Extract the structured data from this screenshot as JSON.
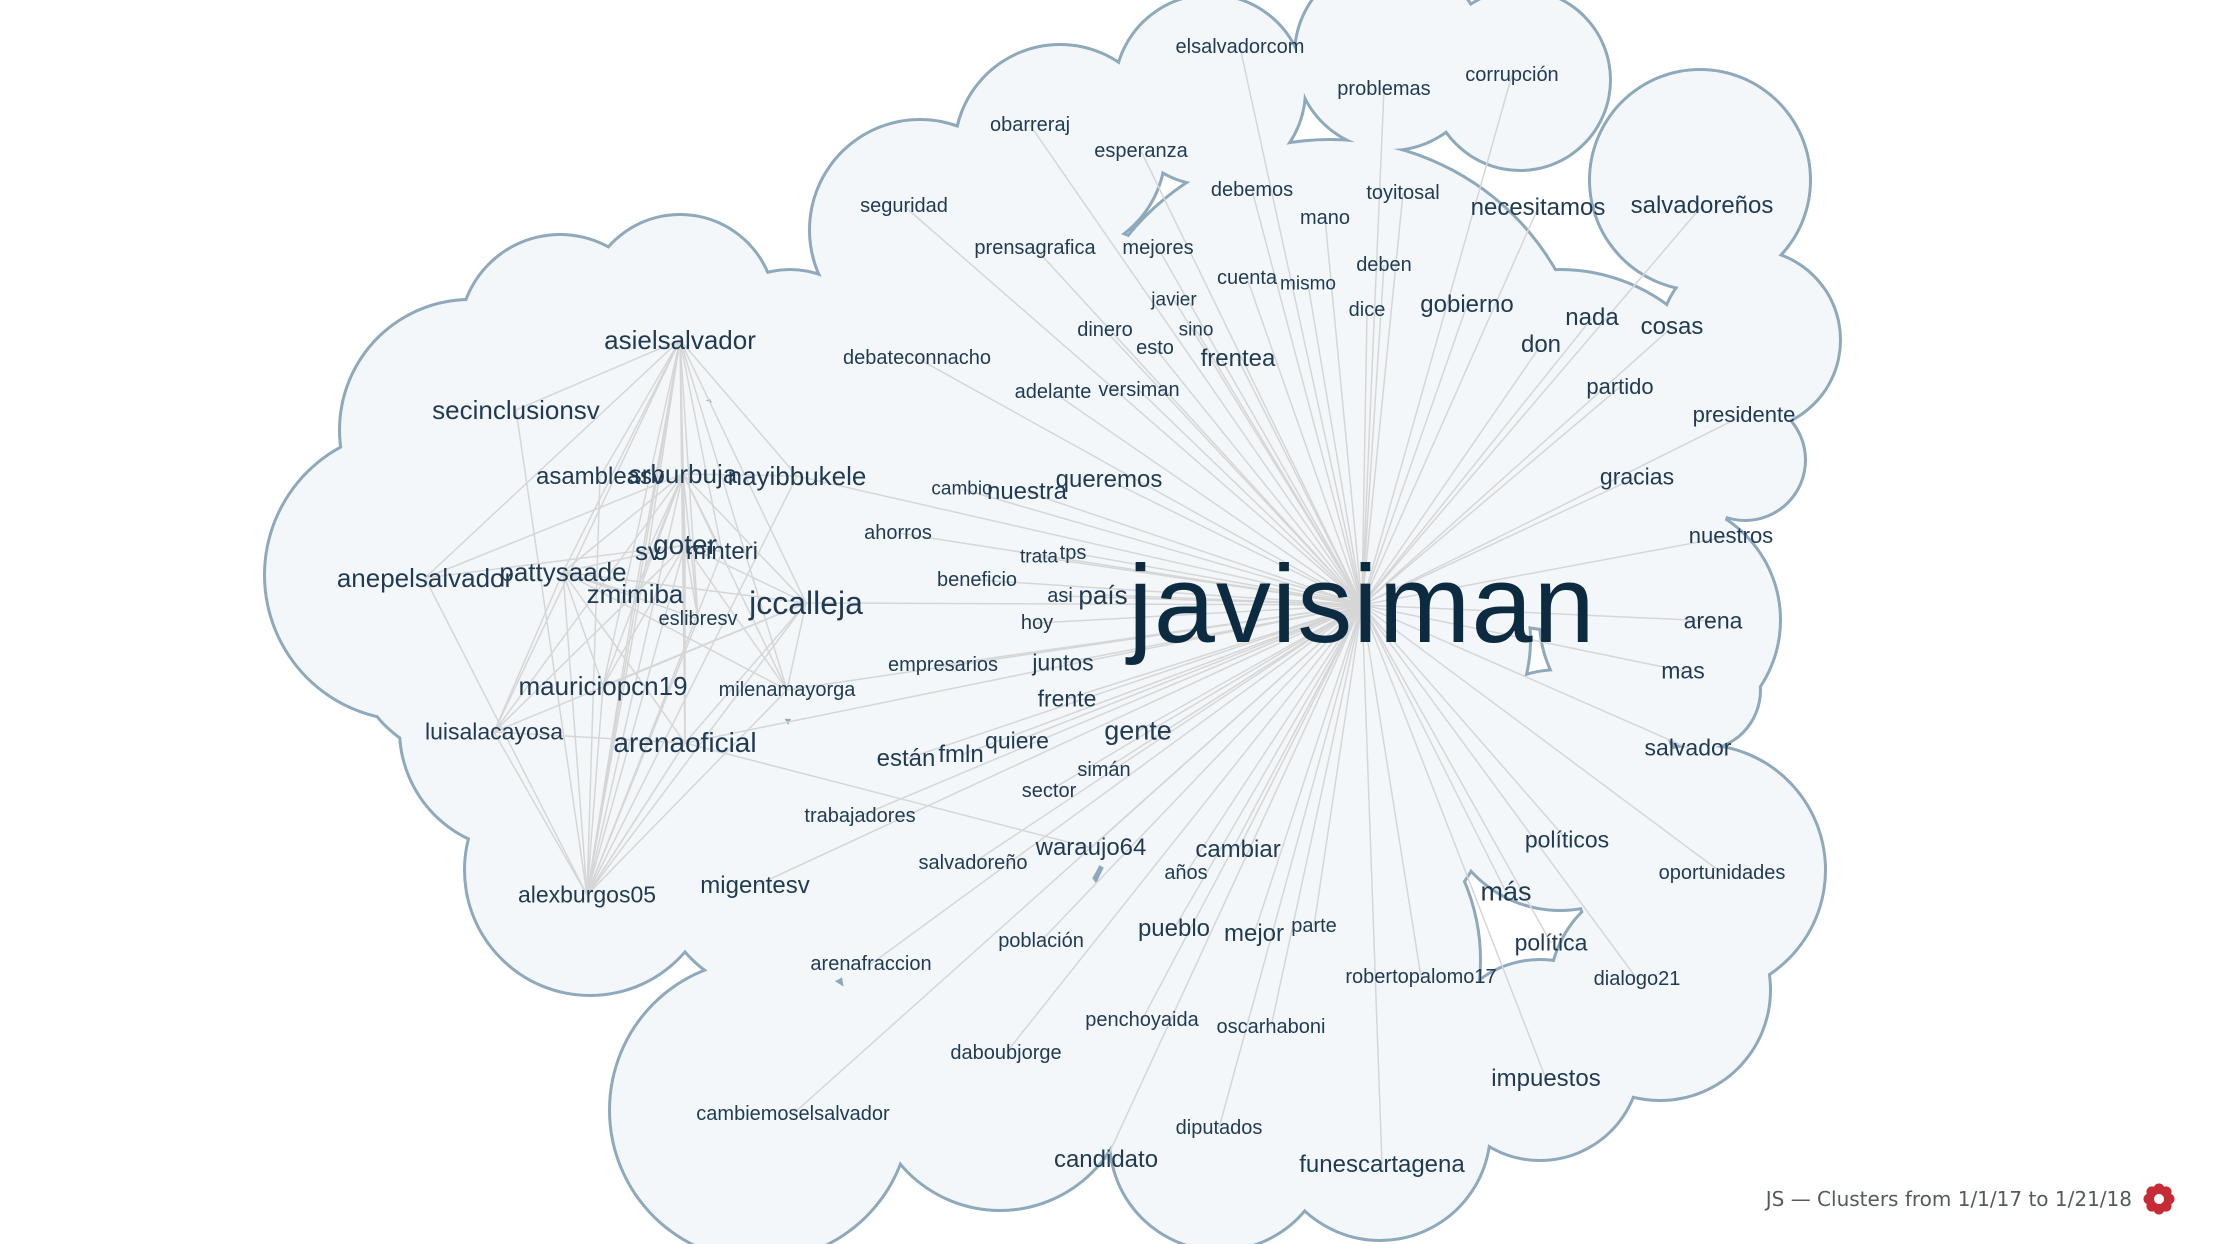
{
  "footer": {
    "caption": "JS — Clusters from 1/1/17 to 1/21/18",
    "logo_icon": "red-flower-icon",
    "logo_color": "#c62b36"
  },
  "colors": {
    "cloud_fill": "#f3f7fa",
    "cloud_stroke": "#8ea9bb",
    "edge": "#d6d6d6",
    "label": "#1f3a52",
    "hub_label": "#0d2b40"
  },
  "clusters": [
    {
      "id": "left",
      "hub": "asielsalvador",
      "terms": [
        "asielsalvador",
        "secinclusionsv",
        "asambleasv",
        "srburbuja",
        "nayibbukele",
        "sv",
        "goter",
        "minteri",
        "anepelsalvador",
        "pattysaade",
        "zmimiba",
        "eslibresv",
        "jccalleja",
        "mauriciopcn19",
        "milenamayorga",
        "luisalacayosa",
        "arenaoficial",
        "alexburgos05"
      ]
    },
    {
      "id": "main",
      "hub": "javisiman",
      "terms": [
        "elsalvadorcom",
        "problemas",
        "corrupción",
        "obarreraj",
        "esperanza",
        "seguridad",
        "debemos",
        "toyitosal",
        "mano",
        "necesitamos",
        "salvadoreños",
        "prensagrafica",
        "mejores",
        "cuenta",
        "mismo",
        "deben",
        "javier",
        "dice",
        "gobierno",
        "dinero",
        "sino",
        "esto",
        "nada",
        "cosas",
        "don",
        "debateconnacho",
        "frentea",
        "adelante",
        "versiman",
        "partido",
        "presidente",
        "queremos",
        "cambio",
        "nuestra",
        "gracias",
        "ahorros",
        "trata",
        "tps",
        "nuestros",
        "beneficio",
        "asi",
        "país",
        "hoy",
        "arena",
        "mas",
        "empresarios",
        "juntos",
        "frente",
        "gente",
        "quiere",
        "salvador",
        "están",
        "fmln",
        "simán",
        "sector",
        "javisiman"
      ]
    },
    {
      "id": "bottom",
      "hub": "waraujo64",
      "terms": [
        "trabajadores",
        "salvadoreño",
        "waraujo64",
        "cambiar",
        "años",
        "políticos",
        "oportunidades",
        "migentesv",
        "más",
        "pueblo",
        "mejor",
        "parte",
        "política",
        "población",
        "arenafraccion",
        "robertopalomo17",
        "dialogo21",
        "penchoyaida",
        "oscarhaboni",
        "daboubjorge",
        "impuestos",
        "cambiemoselsalvador",
        "diputados",
        "candidato",
        "funescartagena"
      ]
    }
  ],
  "labels": [
    {
      "text": "elsalvadorcom",
      "size": 20
    },
    {
      "text": "problemas",
      "size": 20
    },
    {
      "text": "corrupción",
      "size": 20
    },
    {
      "text": "obarreraj",
      "size": 20
    },
    {
      "text": "esperanza",
      "size": 20
    },
    {
      "text": "seguridad",
      "size": 20
    },
    {
      "text": "debemos",
      "size": 20
    },
    {
      "text": "toyitosal",
      "size": 20
    },
    {
      "text": "mano",
      "size": 20
    },
    {
      "text": "necesitamos",
      "size": 24
    },
    {
      "text": "salvadoreños",
      "size": 24
    },
    {
      "text": "prensagrafica",
      "size": 20
    },
    {
      "text": "mejores",
      "size": 20
    },
    {
      "text": "cuenta",
      "size": 20
    },
    {
      "text": "mismo",
      "size": 19
    },
    {
      "text": "deben",
      "size": 20
    },
    {
      "text": "javier",
      "size": 19
    },
    {
      "text": "dice",
      "size": 20
    },
    {
      "text": "gobierno",
      "size": 24
    },
    {
      "text": "dinero",
      "size": 20
    },
    {
      "text": "sino",
      "size": 19
    },
    {
      "text": "esto",
      "size": 20
    },
    {
      "text": "nada",
      "size": 24
    },
    {
      "text": "cosas",
      "size": 24
    },
    {
      "text": "don",
      "size": 24
    },
    {
      "text": "debateconnacho",
      "size": 20
    },
    {
      "text": "frentea",
      "size": 24
    },
    {
      "text": "adelante",
      "size": 20
    },
    {
      "text": "versiman",
      "size": 20
    },
    {
      "text": "partido",
      "size": 22
    },
    {
      "text": "presidente",
      "size": 22
    },
    {
      "text": "asielsalvador",
      "size": 26
    },
    {
      "text": "secinclusionsv",
      "size": 26
    },
    {
      "text": "asambleasv",
      "size": 24
    },
    {
      "text": "srburbuja",
      "size": 26
    },
    {
      "text": "nayibbukele",
      "size": 26
    },
    {
      "text": "queremos",
      "size": 24
    },
    {
      "text": "cambio",
      "size": 19
    },
    {
      "text": "nuestra",
      "size": 24
    },
    {
      "text": "gracias",
      "size": 23
    },
    {
      "text": "ahorros",
      "size": 20
    },
    {
      "text": "sv",
      "size": 26
    },
    {
      "text": "goter",
      "size": 28
    },
    {
      "text": "minteri",
      "size": 24
    },
    {
      "text": "trata",
      "size": 19
    },
    {
      "text": "tps",
      "size": 20
    },
    {
      "text": "nuestros",
      "size": 22
    },
    {
      "text": "anepelsalvador",
      "size": 26
    },
    {
      "text": "pattysaade",
      "size": 26
    },
    {
      "text": "beneficio",
      "size": 20
    },
    {
      "text": "zmimiba",
      "size": 26
    },
    {
      "text": "asi",
      "size": 20
    },
    {
      "text": "país",
      "size": 26
    },
    {
      "text": "javisiman",
      "size": 110
    },
    {
      "text": "jccalleja",
      "size": 32
    },
    {
      "text": "eslibresv",
      "size": 20
    },
    {
      "text": "hoy",
      "size": 20
    },
    {
      "text": "arena",
      "size": 23
    },
    {
      "text": "empresarios",
      "size": 20
    },
    {
      "text": "juntos",
      "size": 23
    },
    {
      "text": "mas",
      "size": 23
    },
    {
      "text": "mauriciopcn19",
      "size": 26
    },
    {
      "text": "milenamayorga",
      "size": 20
    },
    {
      "text": "frente",
      "size": 23
    },
    {
      "text": "luisalacayosa",
      "size": 23
    },
    {
      "text": "gente",
      "size": 27
    },
    {
      "text": "arenaoficial",
      "size": 28
    },
    {
      "text": "quiere",
      "size": 23
    },
    {
      "text": "salvador",
      "size": 23
    },
    {
      "text": "están",
      "size": 24
    },
    {
      "text": "fmln",
      "size": 24
    },
    {
      "text": "simán",
      "size": 20
    },
    {
      "text": "sector",
      "size": 20
    },
    {
      "text": "trabajadores",
      "size": 20
    },
    {
      "text": "políticos",
      "size": 23
    },
    {
      "text": "waraujo64",
      "size": 24
    },
    {
      "text": "cambiar",
      "size": 24
    },
    {
      "text": "salvadoreño",
      "size": 20
    },
    {
      "text": "años",
      "size": 20
    },
    {
      "text": "oportunidades",
      "size": 20
    },
    {
      "text": "alexburgos05",
      "size": 23
    },
    {
      "text": "migentesv",
      "size": 24
    },
    {
      "text": "más",
      "size": 27
    },
    {
      "text": "pueblo",
      "size": 24
    },
    {
      "text": "mejor",
      "size": 24
    },
    {
      "text": "parte",
      "size": 20
    },
    {
      "text": "política",
      "size": 23
    },
    {
      "text": "población",
      "size": 20
    },
    {
      "text": "arenafraccion",
      "size": 20
    },
    {
      "text": "robertopalomo17",
      "size": 20
    },
    {
      "text": "dialogo21",
      "size": 20
    },
    {
      "text": "penchoyaida",
      "size": 20
    },
    {
      "text": "oscarhaboni",
      "size": 20
    },
    {
      "text": "daboubjorge",
      "size": 20
    },
    {
      "text": "impuestos",
      "size": 24
    },
    {
      "text": "cambiemoselsalvador",
      "size": 20
    },
    {
      "text": "diputados",
      "size": 20
    },
    {
      "text": "candidato",
      "size": 24
    },
    {
      "text": "funescartagena",
      "size": 24
    }
  ]
}
